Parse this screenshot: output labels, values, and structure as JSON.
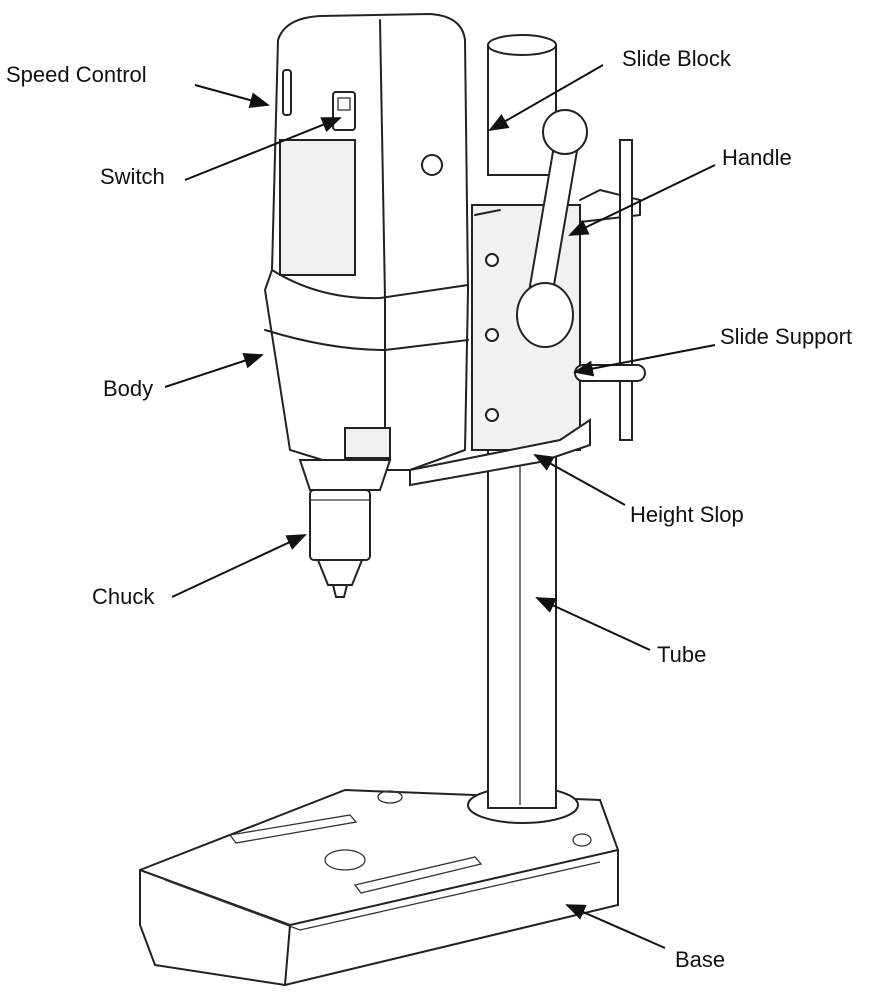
{
  "title": "Drill Press Parts Diagram",
  "labels": {
    "speed_control": "Speed Control",
    "switch": "Switch",
    "slide_block": "Slide Block",
    "handle": "Handle",
    "slide_support": "Slide Support",
    "body": "Body",
    "height_slop": "Height Slop",
    "chuck": "Chuck",
    "tube": "Tube",
    "base": "Base"
  }
}
